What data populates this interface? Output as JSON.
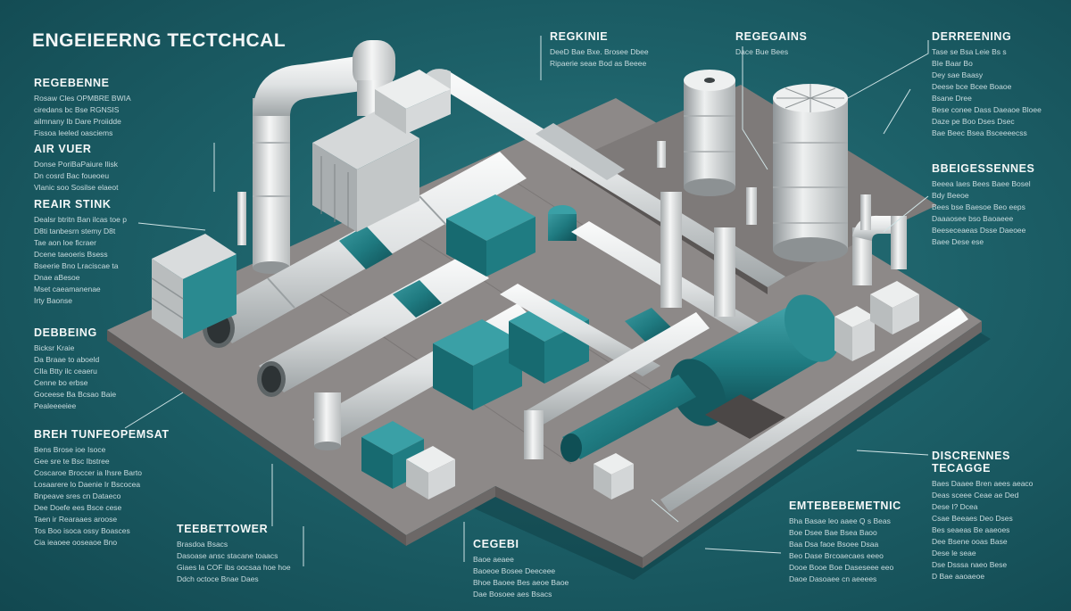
{
  "title": "ENGEIEERNG TECTCHCAL",
  "colors": {
    "background": "#1d6169",
    "teal": "#1f7a80",
    "pipe": "#e4e6e7",
    "platform": "#8a8584",
    "leader": "#cfe3e5"
  },
  "labels": {
    "regebenne": {
      "heading": "REGEBENNE",
      "lines": [
        "Rosaw Cles OPMBRE BWIA",
        "ciredans bc Bse RGNSIS",
        "ailmnany Ib Dare Proiidde",
        "Fissoa leeled oasciems"
      ]
    },
    "air_vuer": {
      "heading": "AIR VUER",
      "lines": [
        "Donse PoriBaPaiure Ilisk",
        "Dn cosrd Bac foueoeu",
        "Vlanic soo Sosilse elaeot"
      ]
    },
    "reair_stink": {
      "heading": "REAIR STINK",
      "lines": [
        "Dealsr btritn Ban ilcas toe p",
        "D8ti tanbesrn stemy D8t",
        "Tae aon loe ficraer",
        "Dcene taeoeris Bsess",
        "Bseerie Bno Lraciscae ta",
        "Dnae aBesoe",
        "Mset caeamanenae",
        "Irty Baonse"
      ]
    },
    "debbeing": {
      "heading": "DEBBEING",
      "lines": [
        "Bicksr Kraie",
        "Da Braae to aboeld",
        "CIla Btty ilc ceaeru",
        "Cenne bo erbse",
        "Goceese Ba Bcsao Baie",
        "Pealeeeeiee"
      ]
    },
    "bren_tunfeopemsat": {
      "heading": "BREH TUNFEOPEMSAT",
      "lines": [
        "Bens Brose ioe Isoce",
        "Gee sre te Bsc Ibstree",
        "Coscaroe Broccer ia Ihsre Barto",
        "Losaarere lo Daenie Ir Bscocea",
        "Bnpeave sres cn Dataeco",
        "Dee Doefe ees Bsce cese",
        "Taen ir Rearaaes aroose",
        "Tos Boo isoca ossy Boasces",
        "Cia ieaoee ooseaoe Bno"
      ]
    },
    "teebettower": {
      "heading": "TEEBETTOWER",
      "lines": [
        "Brasdoa Bsacs",
        "Dasoase ansc stacane toaacs",
        "Giaes la COF ibs oocsaa hoe hoe",
        "Ddch octoce Bnae Daes"
      ]
    },
    "regkinie": {
      "heading": "REGKINIE",
      "lines": [
        "DeeD Bae Bxe. Brosee Dbee",
        "Ripaerie seae Bod as Beeee"
      ]
    },
    "regegmins": {
      "heading": "REGEGAINS",
      "lines": [
        "Dace Bue Bees"
      ]
    },
    "derreening": {
      "heading": "DERREENING",
      "lines": [
        "Tase se Bsa Leie Bs s",
        "BIe Baar Bo",
        "Dey sae Baasy",
        "Deese bce Bcee Boaoe",
        "Bsane Dree",
        "Bese conee Dass Daeaoe Bloee",
        "Daze pe Boo Dses Dsec",
        "Bae Beec Bsea Bsceeeecss"
      ]
    },
    "bbeigessennes": {
      "heading": "BBEIGESSENNES",
      "lines": [
        "Beeea Iaes Bees Baee Bosel",
        "Bdy Beeoe",
        "Bees bse Baesoe Beo eeps",
        "Daaaosee bso Baoaeee",
        "Beeseceaeas Dsse Daeoee",
        "Baee Dese ese"
      ]
    },
    "discrennes_tecagge": {
      "heading": "DISCRENNES TECAGGE",
      "lines": [
        "Baes Daaee Bren aees aeaco",
        "Deas sceee Ceae ae Ded",
        "Dese I? Dcea",
        "Csae Beeaes Deo Dses",
        "Bes seaeas Be aaeoes",
        "Dee Bsene ooas Base",
        "Dese le seae",
        "Dse Dsssa naeo Bese",
        "D Bae aaoaeoe"
      ]
    },
    "emtebebemetnic": {
      "heading": "EMTEBEBEMETNIC",
      "lines": [
        "Bha Basae leo aaee Q s Beas",
        "Boe Dsee Bae Bsea Baoo",
        "Baa Dsa faoe Bsoee Dsaa",
        "Beo Dase Brcoaecaes eeeo",
        "Dooe Booe Boe Daseseee eeo",
        "Daoe Dasoaee cn aeeees"
      ]
    },
    "cegebi": {
      "heading": "CEGEBI",
      "lines": [
        "Baoe aeaee",
        "Baoeoe Bosee Deeceee",
        "Bhoe Baoee Bes aeoe Baoe",
        "Dae Bosoee aes Bsacs"
      ]
    }
  }
}
